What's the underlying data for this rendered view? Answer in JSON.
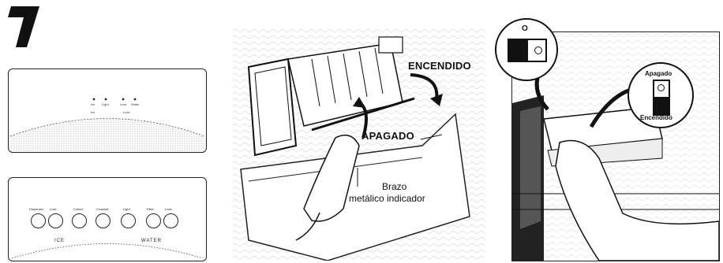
{
  "step_number": "7",
  "panel_top": {
    "labels": [
      "Ice",
      "Light",
      "Lock",
      "Water",
      "Ice",
      "Lock"
    ]
  },
  "panel_bottom": {
    "buttons": [
      {
        "label": "Dispenser"
      },
      {
        "label": "Lock"
      },
      {
        "label": "Cubed"
      },
      {
        "label": "Crushed"
      },
      {
        "label": "Light"
      },
      {
        "label": "Filter"
      },
      {
        "label": "Lock"
      }
    ],
    "arc_label_left": "ICE",
    "arc_label_right": "WATER"
  },
  "icemaker": {
    "label_on": "ENCENDIDO",
    "label_off": "APAGADO",
    "label_arm_line1": "Brazo",
    "label_arm_line2": "metálico indicador"
  },
  "switch": {
    "zoom_label": "O",
    "off_label": "Apagado",
    "on_label": "Encendido"
  }
}
